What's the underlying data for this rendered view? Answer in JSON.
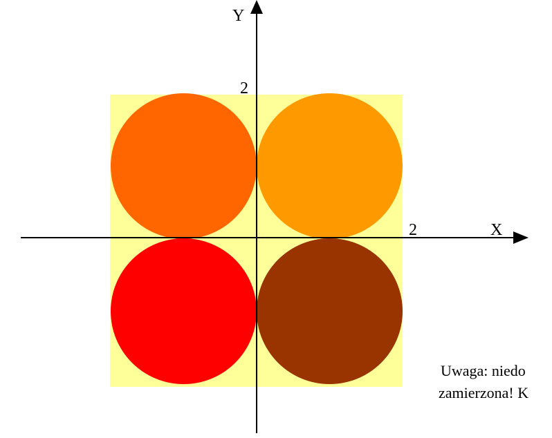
{
  "diagram": {
    "axis_x_label": "X",
    "axis_y_label": "Y",
    "tick_x_label": "2",
    "tick_y_label": "2",
    "note_line_1": "Uwaga: niedo",
    "note_line_2": "zamierzona! K"
  },
  "colors": {
    "background_square": "#ffff99",
    "circle_top_left": "#ff6600",
    "circle_top_right": "#ff9900",
    "circle_bottom_left": "#ff0000",
    "circle_bottom_right": "#993300",
    "axis": "#000000"
  }
}
